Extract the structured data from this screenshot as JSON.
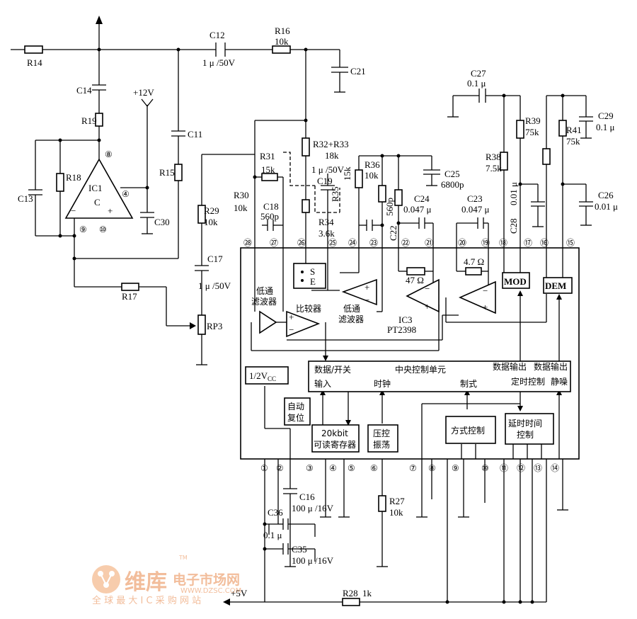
{
  "components": {
    "R14": "R14",
    "C12": "C12",
    "C12v": "1 μ /50V",
    "R16": "R16",
    "R16v": "10k",
    "C21": "C21",
    "C14": "C14",
    "p12v": "+12V",
    "R19": "R19",
    "C11": "C11",
    "R18": "R18",
    "C13": "C13",
    "IC1": "IC1",
    "IC1c": "C",
    "R15": "R15",
    "C30": "C30",
    "R29": "R29",
    "R29v": "10k",
    "C17": "C17",
    "C17v": "1 μ /50V",
    "R17": "R17",
    "RP3": "RP3",
    "R31": "R31",
    "R31v": "15k",
    "R30": "R30",
    "R30v": "10k",
    "C18": "C18",
    "C18v": "560p",
    "R3233": "R32+R33",
    "R3233v": "18k",
    "C19": "C19",
    "C19v": "1 μ /50V",
    "R34": "R34",
    "R34v": "3.6k",
    "R35": "R35",
    "R35v": "15k",
    "R36": "R36",
    "R36v": "10k",
    "C22": "C22",
    "C22v": "560p",
    "C25": "C25",
    "C25v": "6800p",
    "C24": "C24",
    "C24v": "0.047 μ",
    "C23": "C23",
    "C23v": "0.047 μ",
    "C27": "C27",
    "C27v": "0.1 μ",
    "R39": "R39",
    "R39v": "75k",
    "R38": "R38",
    "R38v": "7.5k",
    "C28": "C28",
    "C28v": "0.01 μ",
    "R41": "R41",
    "R41v": "75k",
    "C29": "C29",
    "C29v": "0.1 μ",
    "C26": "C26",
    "C26v": "0.01 μ",
    "C16": "C16",
    "C16v": "100 μ /16V",
    "C36": "C36",
    "C36v": "0.1 μ",
    "C35": "C35",
    "C35v": "100 μ /16V",
    "R27": "R27",
    "R27v": "10k",
    "R28": "R28",
    "R28v": "1k",
    "p5v": "+5V",
    "r47a": "47 Ω",
    "r47b": "4.7 Ω"
  },
  "ic3": {
    "name": "IC3",
    "part": "PT2398",
    "lpf1": [
      "低通",
      "滤波器"
    ],
    "comp": "比较器",
    "lpf2": [
      "低通",
      "滤波器"
    ],
    "half_vcc": "1/2V",
    "half_vcc_sub": "CC",
    "s": "S",
    "e": "E",
    "mod": "MOD",
    "dem": "DEM",
    "cpu_title": "中央控制单元",
    "cpu_data_in": [
      "数据/开关",
      "输入"
    ],
    "cpu_clock": "时钟",
    "cpu_mode": "制式",
    "cpu_out1": [
      "数据输出",
      "定时控制"
    ],
    "cpu_out2": [
      "数据输出",
      "静噪"
    ],
    "reset": [
      "自动",
      "复位"
    ],
    "ram": [
      "20kbit",
      "可读寄存器"
    ],
    "vco": [
      "压控",
      "振荡"
    ],
    "mode_ctrl": "方式控制",
    "delay_ctrl": [
      "延时时间",
      "控制"
    ]
  },
  "ic1_pins": [
    "⑧",
    "④",
    "⑨",
    "⑩"
  ],
  "top_pins": [
    "㉘",
    "㉗",
    "㉖",
    "㉕",
    "㉔",
    "㉓",
    "㉒",
    "㉑",
    "⑳",
    "⑲",
    "⑱",
    "⑰",
    "⑯",
    "⑮"
  ],
  "bottom_pins": [
    "①",
    "②",
    "③",
    "④",
    "⑤",
    "⑥",
    "⑦",
    "⑧",
    "⑨",
    "⑩",
    "⑪",
    "⑫",
    "⑬",
    "⑭"
  ],
  "watermark": {
    "brand": "维库",
    "brand2": "电子市场网",
    "url": "WWW.DZSC.COM",
    "slogan": "全 球 最 大 I C 采 购 网 站",
    "tm": "TM"
  }
}
